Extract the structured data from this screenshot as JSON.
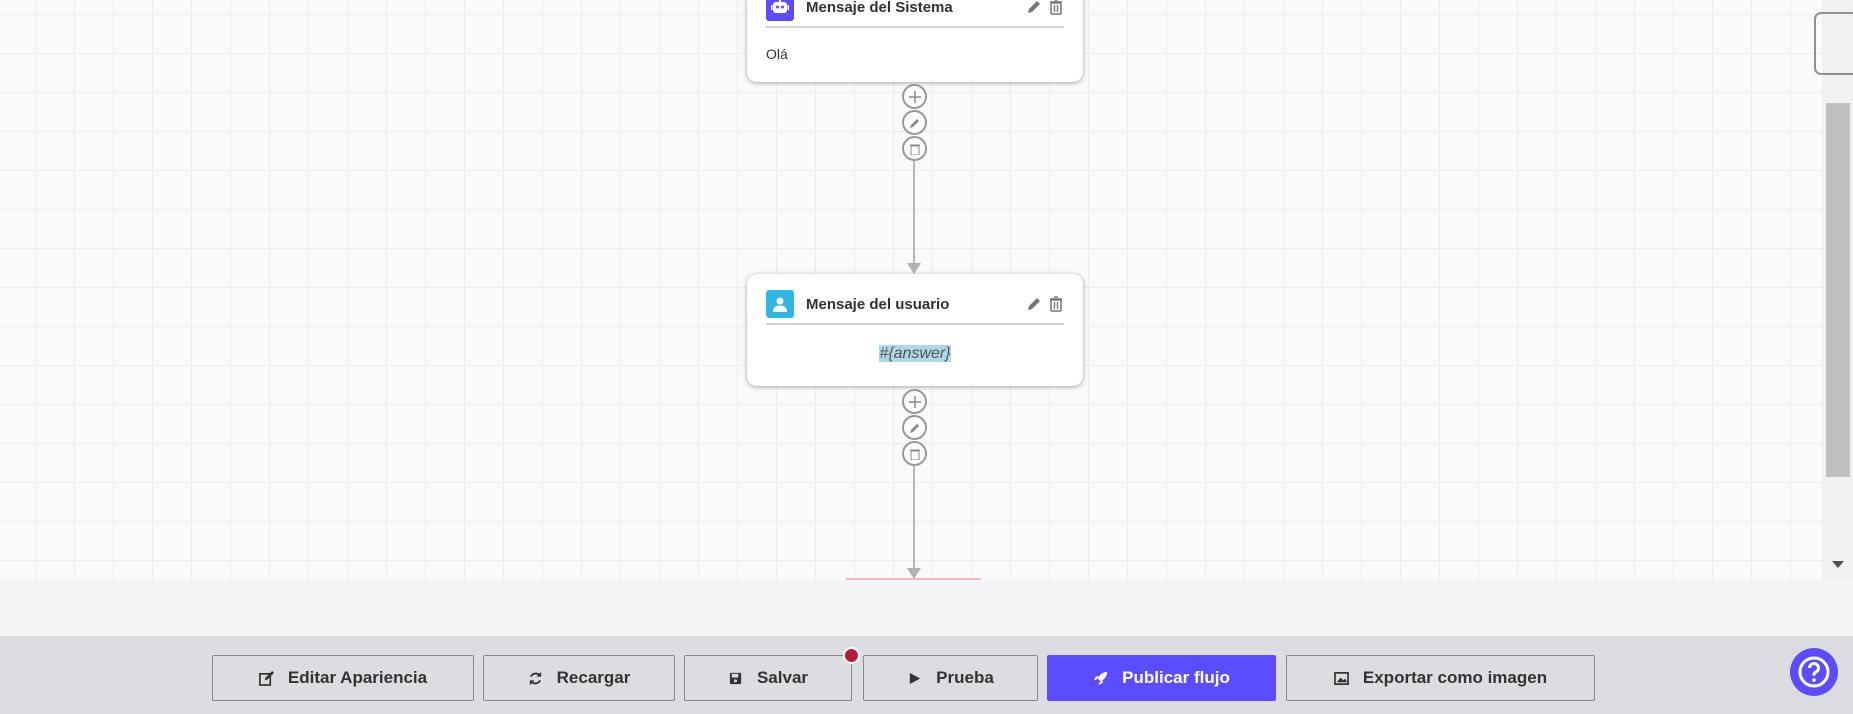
{
  "nodes": [
    {
      "title": "Mensaje del Sistema",
      "type": "system",
      "icon": "robot-icon",
      "color": "#5b4dff",
      "text": "Olá"
    },
    {
      "title": "Mensaje del usuario",
      "type": "user",
      "icon": "user-icon",
      "color": "#2fb8e6",
      "text": "#{answer}",
      "highlight": "#add8e6"
    }
  ],
  "toolbar": {
    "edit_appearance": "Editar Apariencia",
    "reload": "Recargar",
    "save": "Salvar",
    "test": "Prueba",
    "publish": "Publicar flujo",
    "export": "Exportar como imagen",
    "accent": "#5b4dff",
    "unsaved_indicator": "#b51d3a"
  }
}
